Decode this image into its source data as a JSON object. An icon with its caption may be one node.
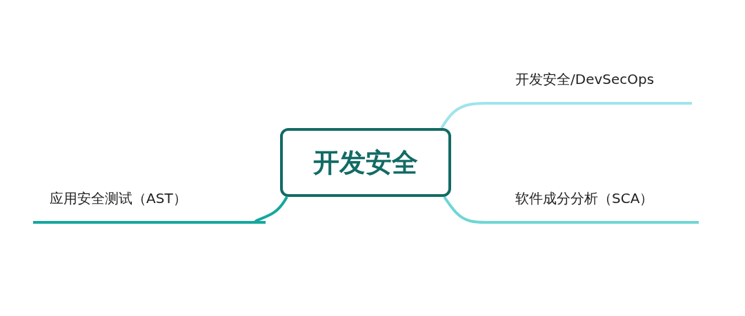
{
  "diagram": {
    "nodes": [
      {
        "text": [
          "开发安全"
        ]
      },
      {
        "text": [
          "开发安全/DevSecOps"
        ]
      },
      {
        "text": [
          "应用安全测试（AST）"
        ]
      },
      {
        "text": [
          "软件成分分析（SCA）"
        ]
      }
    ],
    "edges": [
      {
        "from": 0,
        "to": 1,
        "arrow": "none",
        "color": "#9fe4ec"
      },
      {
        "from": 0,
        "to": 2,
        "arrow": "none",
        "color": "#13a89e"
      },
      {
        "from": 0,
        "to": 3,
        "arrow": "none",
        "color": "#6fd6d6"
      }
    ]
  }
}
